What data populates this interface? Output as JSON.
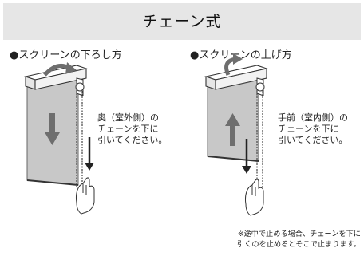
{
  "header": {
    "title": "チェーン式"
  },
  "lowering": {
    "title": "●スクリーンの下ろし方",
    "instruction_lines": [
      "奥（室外側）の",
      "チェーンを下に",
      "引いてください。"
    ]
  },
  "raising": {
    "title": "●スクリーンの上げ方",
    "instruction_lines": [
      "手前（室内側）の",
      "チェーンを下に",
      "引いてください。"
    ]
  },
  "note": {
    "lines": [
      "※途中で止める場合、チェーンを下に",
      "引くのを止めるとそこで止まります。"
    ]
  },
  "icons": [
    "curved-arrow-icon",
    "down-arrow-icon",
    "up-arrow-icon",
    "hand-icon"
  ],
  "colors": {
    "header_bg": "#e6e6e6",
    "screen_fill": "#c8c8c8",
    "arrow_fill": "#6e6e6e",
    "line": "#333333"
  }
}
